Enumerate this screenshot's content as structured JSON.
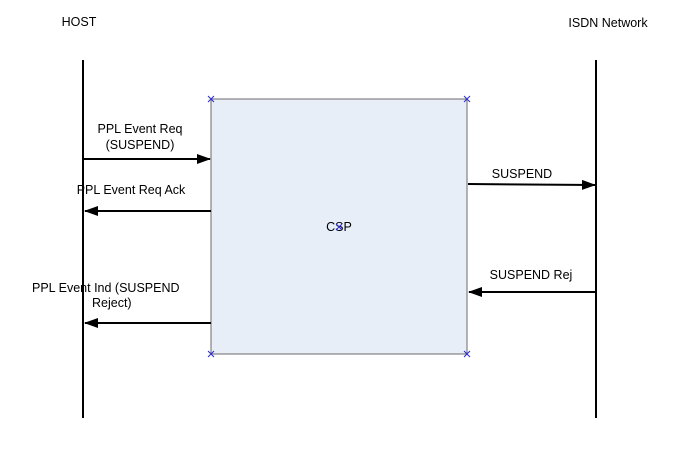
{
  "participants": {
    "host": "HOST",
    "network": "ISDN Network",
    "center": "CSP"
  },
  "messages": {
    "ppl_event_req_line1": "PPL Event Req",
    "ppl_event_req_line2": "(SUSPEND)",
    "ppl_event_req_ack": "PPL Event Req Ack",
    "ppl_event_ind_line1": "PPL Event Ind (SUSPEND",
    "ppl_event_ind_line2": "Reject)",
    "suspend": "SUSPEND",
    "suspend_rej": "SUSPEND Rej"
  },
  "colors": {
    "box_fill": "#e8eef8",
    "box_border": "#6b6b6b",
    "line": "#000000",
    "handle": "#2b2bd8"
  }
}
